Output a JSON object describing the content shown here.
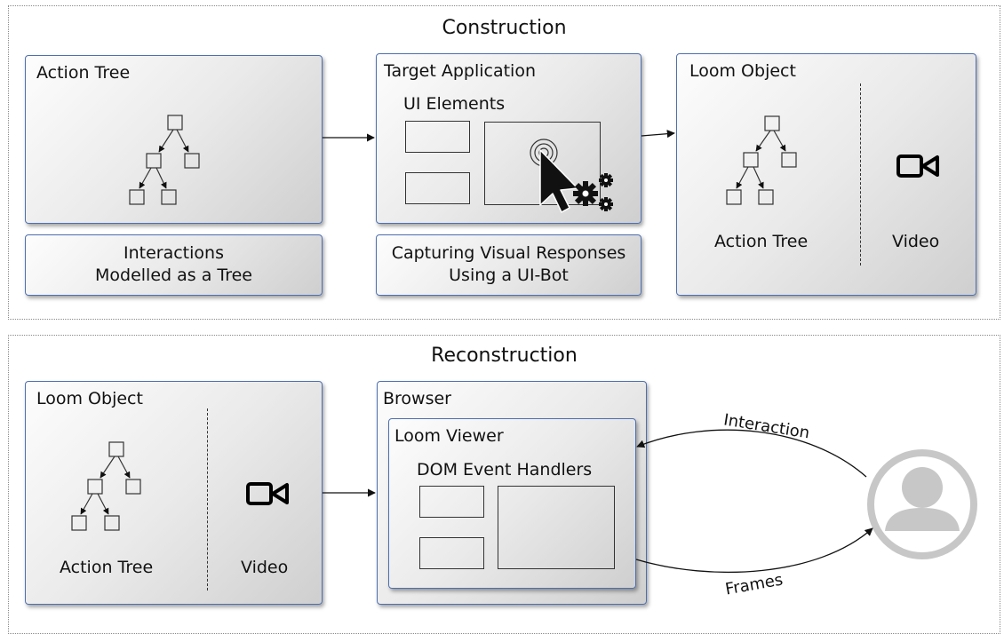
{
  "construction": {
    "title": "Construction",
    "action_tree": {
      "title": "Action Tree",
      "caption_line1": "Interactions",
      "caption_line2": "Modelled as a Tree",
      "icon": "tree-icon"
    },
    "target_app": {
      "title": "Target Application",
      "ui_label": "UI Elements",
      "caption_line1": "Capturing Visual Responses",
      "caption_line2": "Using a UI-Bot",
      "icons": [
        "cursor-icon",
        "gears-icon",
        "click-ripple-icon"
      ]
    },
    "loom_object": {
      "title": "Loom Object",
      "tree_label": "Action Tree",
      "video_label": "Video",
      "icons": [
        "tree-icon",
        "video-camera-icon"
      ]
    }
  },
  "reconstruction": {
    "title": "Reconstruction",
    "loom_object": {
      "title": "Loom Object",
      "tree_label": "Action Tree",
      "video_label": "Video",
      "icons": [
        "tree-icon",
        "video-camera-icon"
      ]
    },
    "browser": {
      "title": "Browser",
      "viewer_title": "Loom Viewer",
      "dom_label": "DOM Event Handlers"
    },
    "user": {
      "icon": "user-avatar-icon"
    },
    "interaction_label": "Interaction",
    "frames_label": "Frames"
  }
}
